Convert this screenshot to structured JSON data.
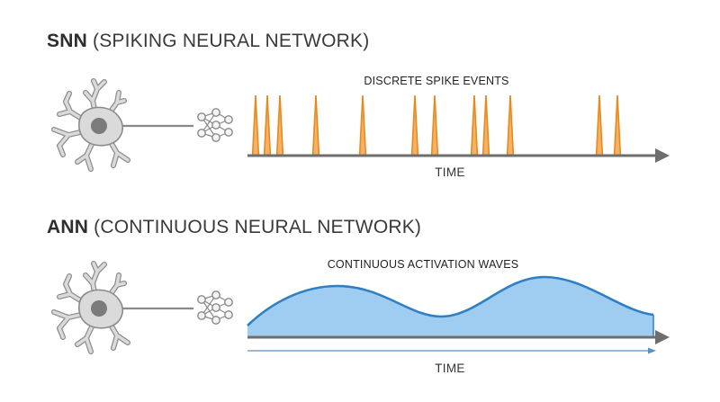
{
  "snn": {
    "abbr": "SNN",
    "full": "(SPIKING NEURAL NETWORK)",
    "caption": "DISCRETE SPIKE EVENTS",
    "axis_label": "TIME",
    "spike_times": [
      284,
      297,
      311,
      351,
      403,
      461,
      483,
      527,
      540,
      567,
      666,
      686
    ]
  },
  "ann": {
    "abbr": "ANN",
    "full": "(CONTINUOUS NEURAL NETWORK)",
    "caption": "CONTINUOUS ACTIVATION WAVES",
    "axis_label": "TIME"
  },
  "colors": {
    "spike": "#e8891d",
    "spike_fill": "#f4b266",
    "wave_stroke": "#2f7fc4",
    "wave_fill": "#9fcdf2",
    "axis": "#6e6e6e",
    "neuron_fill": "#dadada",
    "neuron_stroke": "#8a8a8a",
    "nucleus": "#7b7b7b"
  },
  "icons": [
    "neuron-icon",
    "network-node-icon"
  ]
}
